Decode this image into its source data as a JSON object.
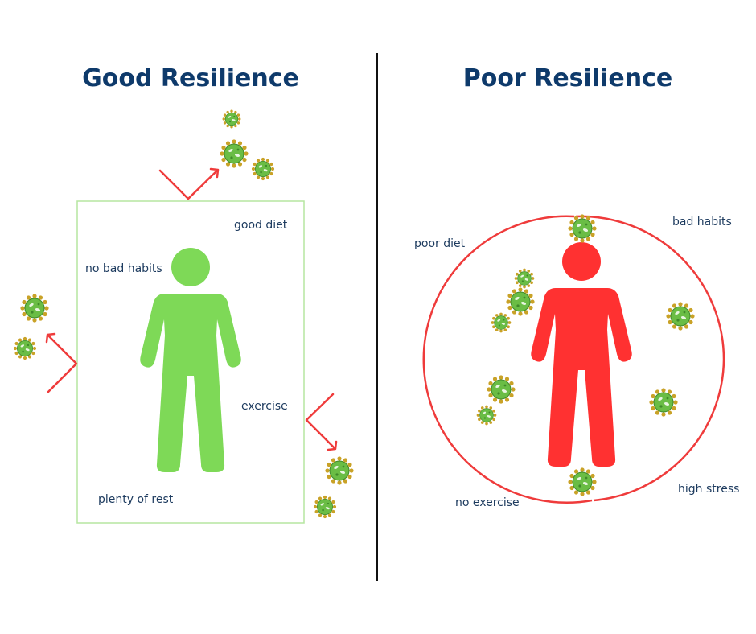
{
  "good": {
    "title": "Good Resilience",
    "labels": {
      "good_diet": "good diet",
      "no_bad_habits": "no bad habits",
      "exercise": "exercise",
      "plenty_of_rest": "plenty of rest"
    }
  },
  "poor": {
    "title": "Poor Resilience",
    "labels": {
      "poor_diet": "poor diet",
      "bad_habits": "bad habits",
      "no_exercise": "no exercise",
      "high_stress": "high stress"
    }
  },
  "colors": {
    "title": "#0e3a6b",
    "label": "#1c3a5e",
    "healthy_figure": "#7ed957",
    "unhealthy_figure": "#ff3131",
    "barrier_box": "#b5e6a0",
    "barrier_circle": "#ef3b3b",
    "arrows": "#ef3b3b",
    "virus_body": "#6abd45",
    "virus_spikes": "#c9a227",
    "divider": "#111111"
  }
}
